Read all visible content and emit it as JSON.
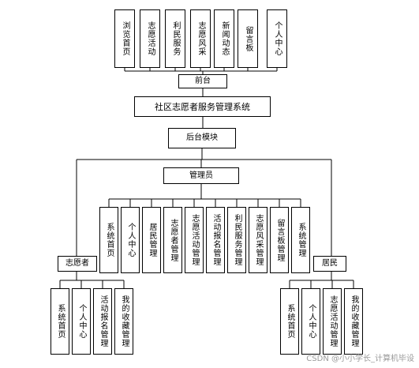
{
  "frontend_modules": [
    "浏览首页",
    "志愿活动",
    "利民服务",
    "志愿风采",
    "新闻动态",
    "留言板",
    "个人中心"
  ],
  "frontend_label": "前台",
  "system_title": "社区志愿者服务管理系统",
  "backend_label": "后台模块",
  "admin_label": "管理员",
  "admin_modules": [
    "系统首页",
    "个人中心",
    "居民管理",
    "志愿者管理",
    "志愿活动管理",
    "活动报名管理",
    "利民服务管理",
    "志愿风采管理",
    "留言板管理",
    "系统管理"
  ],
  "volunteer_label": "志愿者",
  "volunteer_modules": [
    "系统首页",
    "个人中心",
    "活动报名管理",
    "我的收藏管理"
  ],
  "resident_label": "居民",
  "resident_modules": [
    "系统首页",
    "个人中心",
    "志愿活动管理",
    "我的收藏管理"
  ],
  "watermark": "CSDN @小小学长_计算机毕设"
}
